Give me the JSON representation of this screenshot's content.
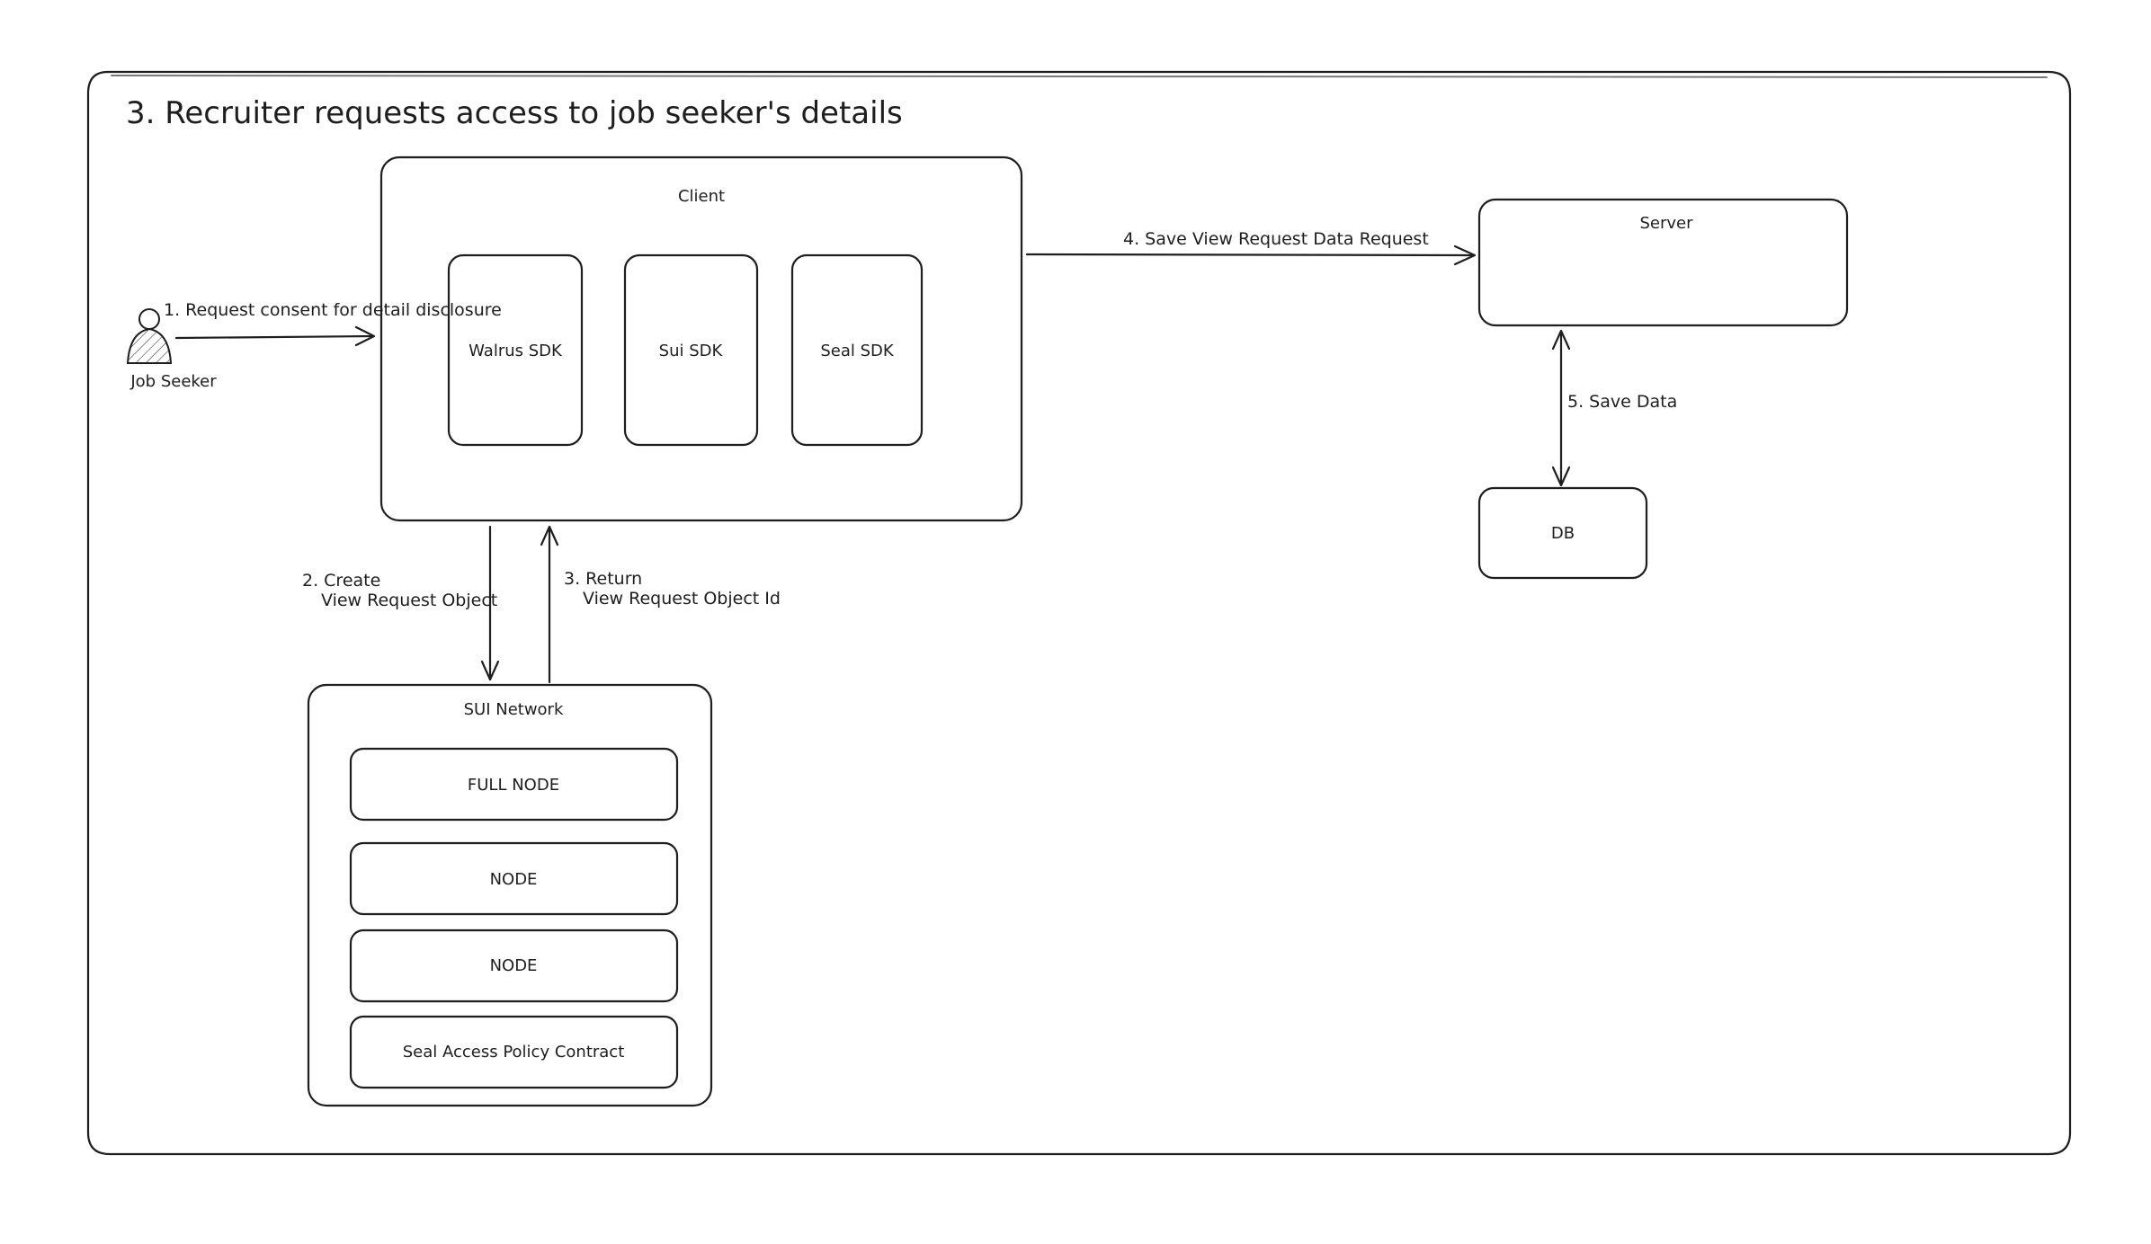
{
  "frame": {
    "title": "3. Recruiter requests access to job seeker's details"
  },
  "actor": {
    "label": "Job Seeker"
  },
  "client": {
    "label": "Client",
    "sdks": [
      "Walrus SDK",
      "Sui SDK",
      "Seal SDK"
    ]
  },
  "server": {
    "label": "Server"
  },
  "db": {
    "label": "DB"
  },
  "sui_network": {
    "label": "SUI Network",
    "nodes": [
      "FULL NODE",
      "NODE",
      "NODE",
      "Seal Access Policy Contract"
    ]
  },
  "arrows": {
    "step1": "1. Request consent for detail disclosure",
    "step2_line1": "2. Create",
    "step2_line2": "View Request Object",
    "step3_line1": "3. Return",
    "step3_line2": "View Request Object Id",
    "step4": "4. Save View Request Data Request",
    "step5": "5. Save Data"
  }
}
